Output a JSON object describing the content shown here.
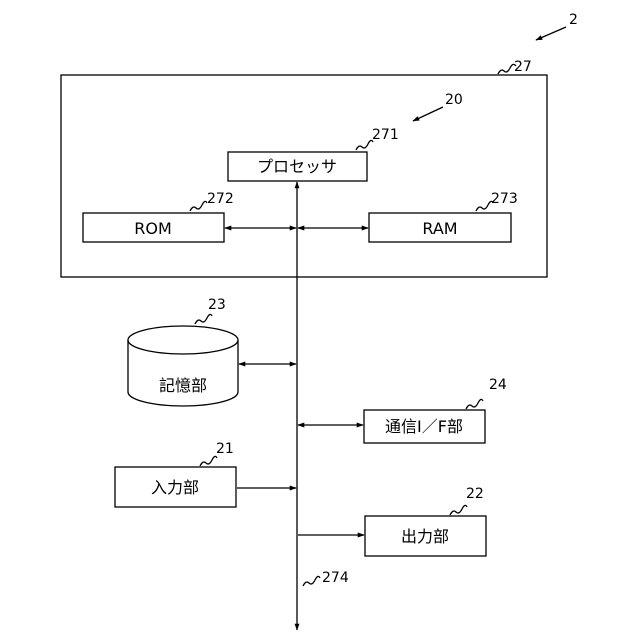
{
  "figure_ref": "2",
  "computer": {
    "ref": "27"
  },
  "control": {
    "ref": "20"
  },
  "processor": {
    "label": "プロセッサ",
    "ref": "271"
  },
  "rom": {
    "label": "ROM",
    "ref": "272"
  },
  "ram": {
    "label": "RAM",
    "ref": "273"
  },
  "bus": {
    "ref": "274"
  },
  "storage": {
    "label": "記憶部",
    "ref": "23"
  },
  "comm_if": {
    "label": "通信I／F部",
    "ref": "24"
  },
  "input": {
    "label": "入力部",
    "ref": "21"
  },
  "output": {
    "label": "出力部",
    "ref": "22"
  }
}
